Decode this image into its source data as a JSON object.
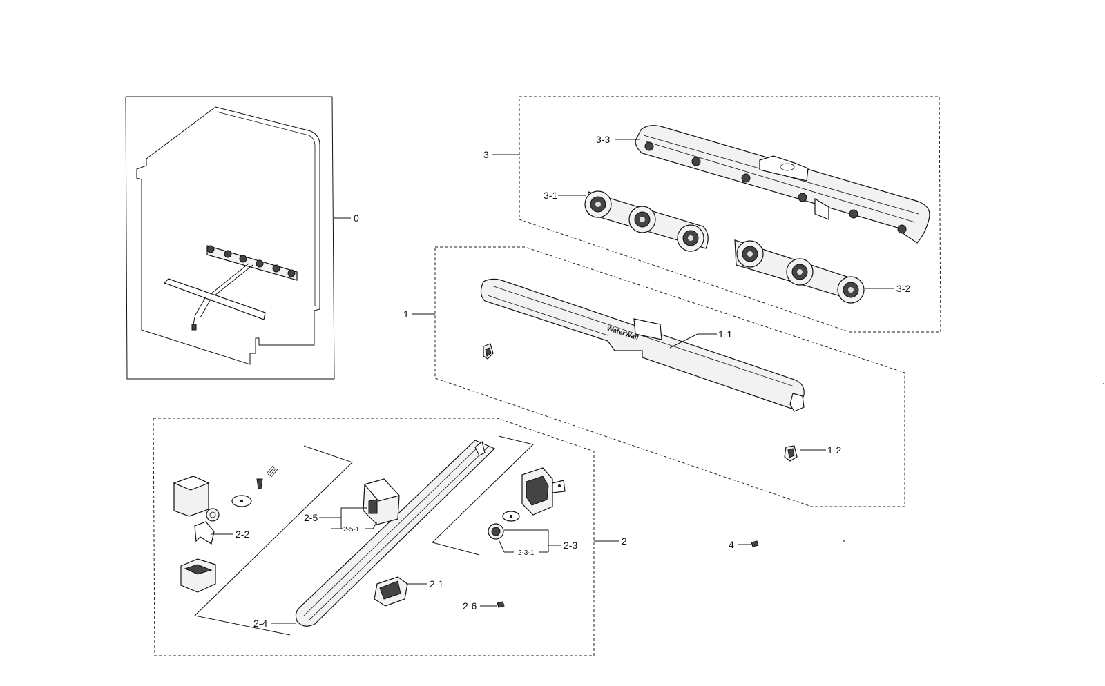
{
  "callouts": {
    "c0": "0",
    "c1": "1",
    "c1_1": "1-1",
    "c1_2": "1-2",
    "c2": "2",
    "c2_1": "2-1",
    "c2_2": "2-2",
    "c2_3": "2-3",
    "c2_3_1": "2-3-1",
    "c2_4": "2-4",
    "c2_5": "2-5",
    "c2_5_1": "2-5-1",
    "c2_6": "2-6",
    "c3": "3",
    "c3_1": "3-1",
    "c3_2": "3-2",
    "c3_3": "3-3",
    "c4": "4"
  },
  "embossed_text": "WaterWall"
}
